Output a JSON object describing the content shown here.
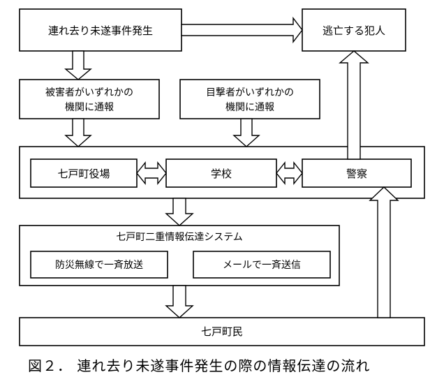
{
  "nodes": {
    "incident": "連れ去り未遂事件発生",
    "escaping_criminal": "逃亡する犯人",
    "victim_report_line1": "被害者がいずれかの",
    "victim_report_line2": "機関に通報",
    "witness_report_line1": "目撃者がいずれかの",
    "witness_report_line2": "機関に通報",
    "town_office": "七戸町役場",
    "school": "学校",
    "police": "警察",
    "dual_system": "七戸町二重情報伝達システム",
    "radio_broadcast": "防災無線で一斉放送",
    "mail_send": "メールで一斉送信",
    "residents": "七戸町民"
  },
  "caption": "図２． 連れ去り未遂事件発生の際の情報伝達の流れ"
}
